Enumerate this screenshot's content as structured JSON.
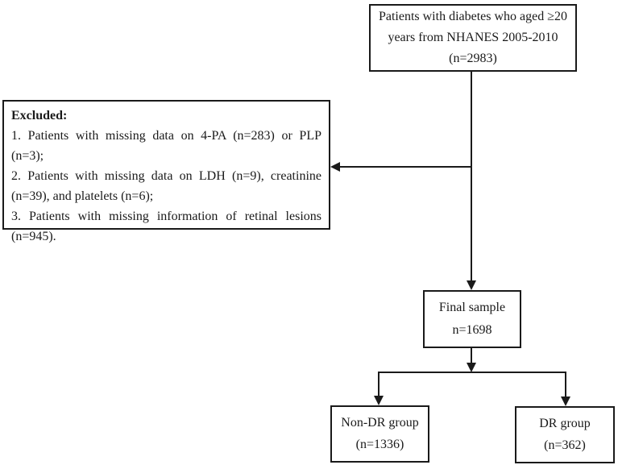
{
  "diagram": {
    "top_box": {
      "line1": "Patients with diabetes who aged ≥20",
      "line2": "years from NHANES 2005-2010",
      "line3": "(n=2983)"
    },
    "excluded_box": {
      "title": "Excluded:",
      "items": [
        "1. Patients with missing data on 4-PA (n=283) or PLP (n=3);",
        "2. Patients with missing data on LDH (n=9), creatinine (n=39), and platelets (n=6);",
        "3. Patients with missing information of retinal lesions (n=945)."
      ]
    },
    "final_box": {
      "line1": "Final sample",
      "line2": "n=1698"
    },
    "nondr_box": {
      "line1": "Non-DR group",
      "line2": "(n=1336)"
    },
    "dr_box": {
      "line1": "DR group",
      "line2": "(n=362)"
    }
  },
  "colors": {
    "line": "#1a1a1a",
    "background": "#ffffff",
    "text": "#1a1a1a"
  }
}
